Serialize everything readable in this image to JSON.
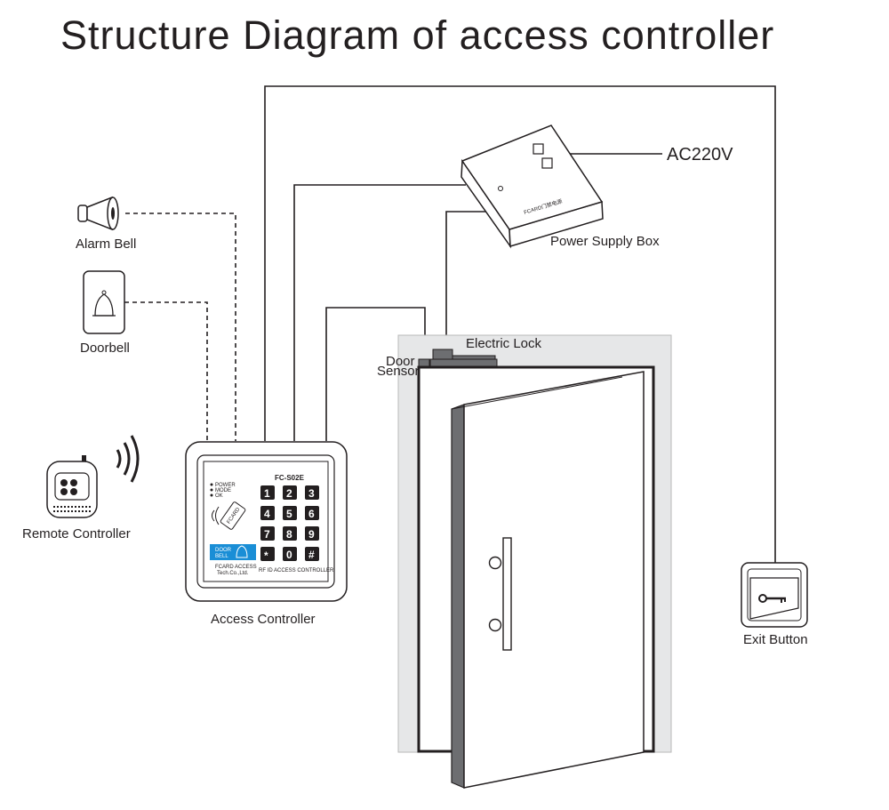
{
  "title": "Structure Diagram of access controller",
  "labels": {
    "alarm_bell": "Alarm Bell",
    "doorbell": "Doorbell",
    "remote_controller": "Remote Controller",
    "access_controller": "Access Controller",
    "power_supply_box": "Power Supply Box",
    "ac220v": "AC220V",
    "electric_lock": "Electric Lock",
    "door_sensor_line1": "Door",
    "door_sensor_line2": "Sensor",
    "exit_button": "Exit Button"
  },
  "controller_panel": {
    "model": "FC-S02E",
    "indicators": [
      "POWER",
      "MODE",
      "OK"
    ],
    "card_text": "FCARD",
    "doorbell_button_line1": "DOOR",
    "doorbell_button_line2": "BELL",
    "brand_line1": "FCARD ACCESS",
    "brand_line2": "Tech.Co.,Ltd.",
    "product_name": "RF ID ACCESS CONTROLLER",
    "keys": [
      "1",
      "2",
      "3",
      "4",
      "5",
      "6",
      "7",
      "8",
      "9",
      "*",
      "0",
      "#"
    ]
  },
  "power_box_text": "FCARD门禁电源"
}
